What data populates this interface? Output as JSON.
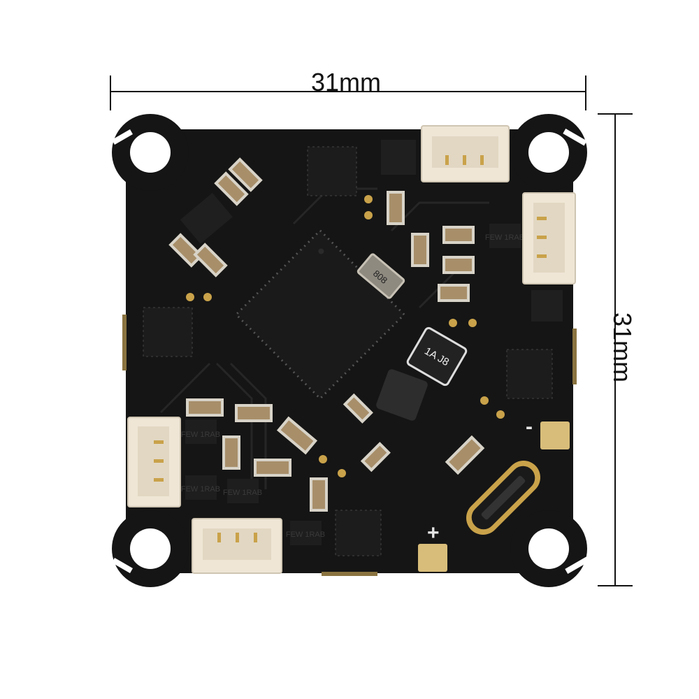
{
  "dimensions": {
    "width_label": "31mm",
    "height_label": "31mm"
  },
  "board": {
    "crystal_marking": "808",
    "inductor_marking": "1A J8",
    "silkscreen_labels": [
      "FEW 1RAB",
      "FEW 1RAB",
      "FEW 1RAB",
      "FEW 1RAB",
      "FEW 1RAB"
    ],
    "polarity_plus": "+",
    "polarity_minus": "-",
    "colors": {
      "pcb": "#151515",
      "connector": "#efe6d6",
      "gold": "#c9a24a",
      "background": "#ffffff"
    }
  }
}
